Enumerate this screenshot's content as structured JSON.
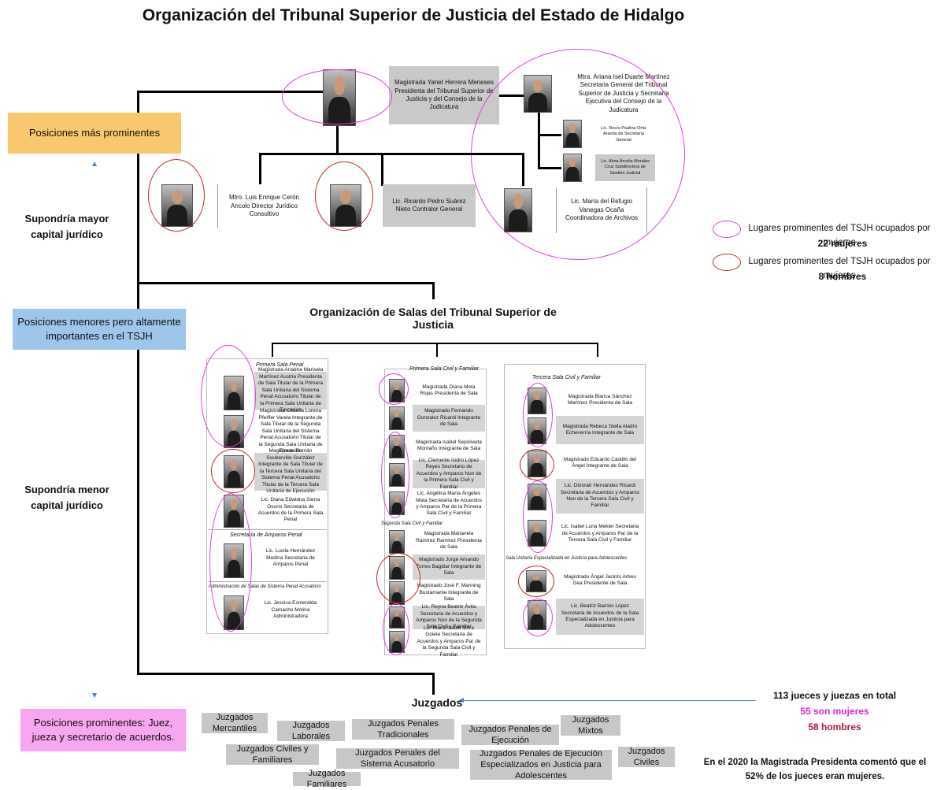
{
  "title": "Organización del Tribunal Superior de Justicia del Estado de Hidalgo",
  "top": {
    "president": "Magistrada Yanet Herrera Meneses Presidenta del Tribunal Superior de Justicia y del Consejo de la Judicatura",
    "secretary_general": "Mtra. Ariana Isel Duarte Martínez Secretaria General del Tribunal Superior de Justicia y Secretaria Ejecutiva del Consejo de la Judicatura",
    "secretary_aux1": "Lic. Rocío Paulina Ortiz Aranda de Secretaria General",
    "secretary_aux2": "Lic. Alma Arcelia Morales Cruz Subdirectora de Gestión Judicial",
    "juridico": "Mtro. Luis Enrique Cerón Ancolo Director Jurídico Consultivo",
    "contralor": "Lic. Ricardo Pedro Suárez Nieto Contralor General",
    "archivos": "Lic. María del Refugio Vanegas Ocaña Coordinadora de Archivos"
  },
  "sides": {
    "prominent": "Posiciones más prominentes",
    "higher_capital": "Supondría mayor capital jurídico",
    "minor": "Posiciones menores pero altamente importantes en el TSJH",
    "lower_capital": "Supondría menor capital jurídico",
    "bottom": "Posiciones prominentes: Juez, jueza y secretario de acuerdos."
  },
  "legend": {
    "women_label": "Lugares prominentes del TSJH ocupados por mujeres",
    "women_count": "22 mujeres",
    "men_label": "Lugares prominentes del TSJH ocupados por mujeres",
    "men_count": "8 hombres",
    "women_color": "#e23be0",
    "men_color": "#c62828"
  },
  "salas": {
    "title": "Organización de Salas del Tribunal Superior de Justicia",
    "penal": {
      "title": "Primera Sala Penal",
      "rows": [
        "Magistrada Ariadna Marisela Martínez Austria Presidenta de Sala Titular de la Primera Sala Unitaria del Sistema Penal Acusatorio Titular de la Primera Sala Unitaria de Ejecución",
        "Magistrada Claudia Lorena Pfeiffer Varela Integrante de Sala Titular de la Segunda Sala Unitaria del Sistema Penal Acusatorio Titular de la Segunda Sala Unitaria de Ejecución",
        "Magistrado Román Souberville González Integrante de Sala Titular de la Tercera Sala Unitaria del Sistema Penal Acusatorio Titular de la Tercera Sala Unitaria de Ejecución",
        "Lic. Diana Edwidna Sierra Osorio Secretaria de Acuerdos de la Primera Sala Penal"
      ],
      "amparo_title": "Secretaría de Amparos Penal",
      "amparo_row": "Lic. Lucila Hernández Medina Secretaria de Amparos Penal",
      "admin_title": "Administración de Salas de Sistema Penal Acusatorio",
      "admin_row": "Lic. Jessica Esmeralda Camacho Molina Administradora"
    },
    "civil": {
      "title": "Primera Sala Civil y Familiar",
      "rows": [
        "Magistrada Diana Mota Rojas Presidenta de Sala",
        "Magistrado Fernando Gonzalez Ricardi Integrante de Sala",
        "Magistrada Isabel Sepúlveda Montaño Integrante de Sala",
        "Lic. Clemente Isidro López Reyes Secretario de Acuerdos y Amparos Non de la Primera Sala Civil y Familiar",
        "Lic. Angélica María Ángeles Mata Secretaria de Acuerdos y Amparos Par de la Primera Sala Civil y Familiar"
      ],
      "second_title": "Segunda Sala Civil y Familiar",
      "second_rows": [
        "Magistrada Marianela Ramírez Ramírez Presidenta de Sala",
        "Magistrado Jorge Amando Torres Bagdiar Integrante de Sala",
        "Magistrado José F. Manning Bustamante Integrante de Sala",
        "Lic. Reyna Beatriz Ávila Secretaria de Acuerdos y Amparos Non de la Segunda Sala Civil y Familiar",
        "Lic. Maria Isabel Mora Goiete Secretaria de Acuerdos y Amparos Par de la Segunda Sala Civil y Familiar"
      ]
    },
    "tercera": {
      "title": "Tercera Sala Civil y Familiar",
      "rows": [
        "Magistrada Blanca Sánchez Martínez Presidenta de Sala",
        "Magistrada Rebeca Stella Aladro Echeverría Integrante de Sala",
        "Magistrado Eduardo Castillo del Ángel Integrante de Sala",
        "Lic. Dinorah Hernández Ricardi Secretaria de Acuerdos y Amparos Non de la Tercera Sala Civil y Familiar",
        "Lic. Isabel Luna Mekler Secretaria de Acuerdos y Amparos Par de la Tercera Sala Civil y Familiar"
      ],
      "adol_title": "Sala Unitaria Especializada en Justicia para Adolescentes",
      "adol_rows": [
        "Magistrado Ángel Jacinto Arbeu Gea Presidente de Sala",
        "Lic. Beatriz Barrios López Secretaria de Acuerdos de la Sala Especializada en Justicia para Adolescentes"
      ]
    }
  },
  "juzgados": {
    "title": "Juzgados",
    "items": [
      "Juzgados Mercantiles",
      "Juzgados Laborales",
      "Juzgados Penales Tradicionales",
      "Juzgados Penales de Ejecución",
      "Juzgados Mixtos",
      "Juzgados Civiles y Familiares",
      "Juzgados Penales del Sistema Acusatorio",
      "Juzgados Penales de Ejecución Especializados en Justicia para Adolescentes",
      "Juzgados Civiles",
      "Juzgados Familiares"
    ]
  },
  "stats": {
    "total": "113 jueces y juezas en total",
    "women": "55 son mujeres",
    "men": "58 hombres",
    "women_color": "#e020e0",
    "men_color": "#b0163c",
    "note": "En el 2020 la Magistrada Presidenta comentó que el 52% de los jueces eran mujeres."
  }
}
